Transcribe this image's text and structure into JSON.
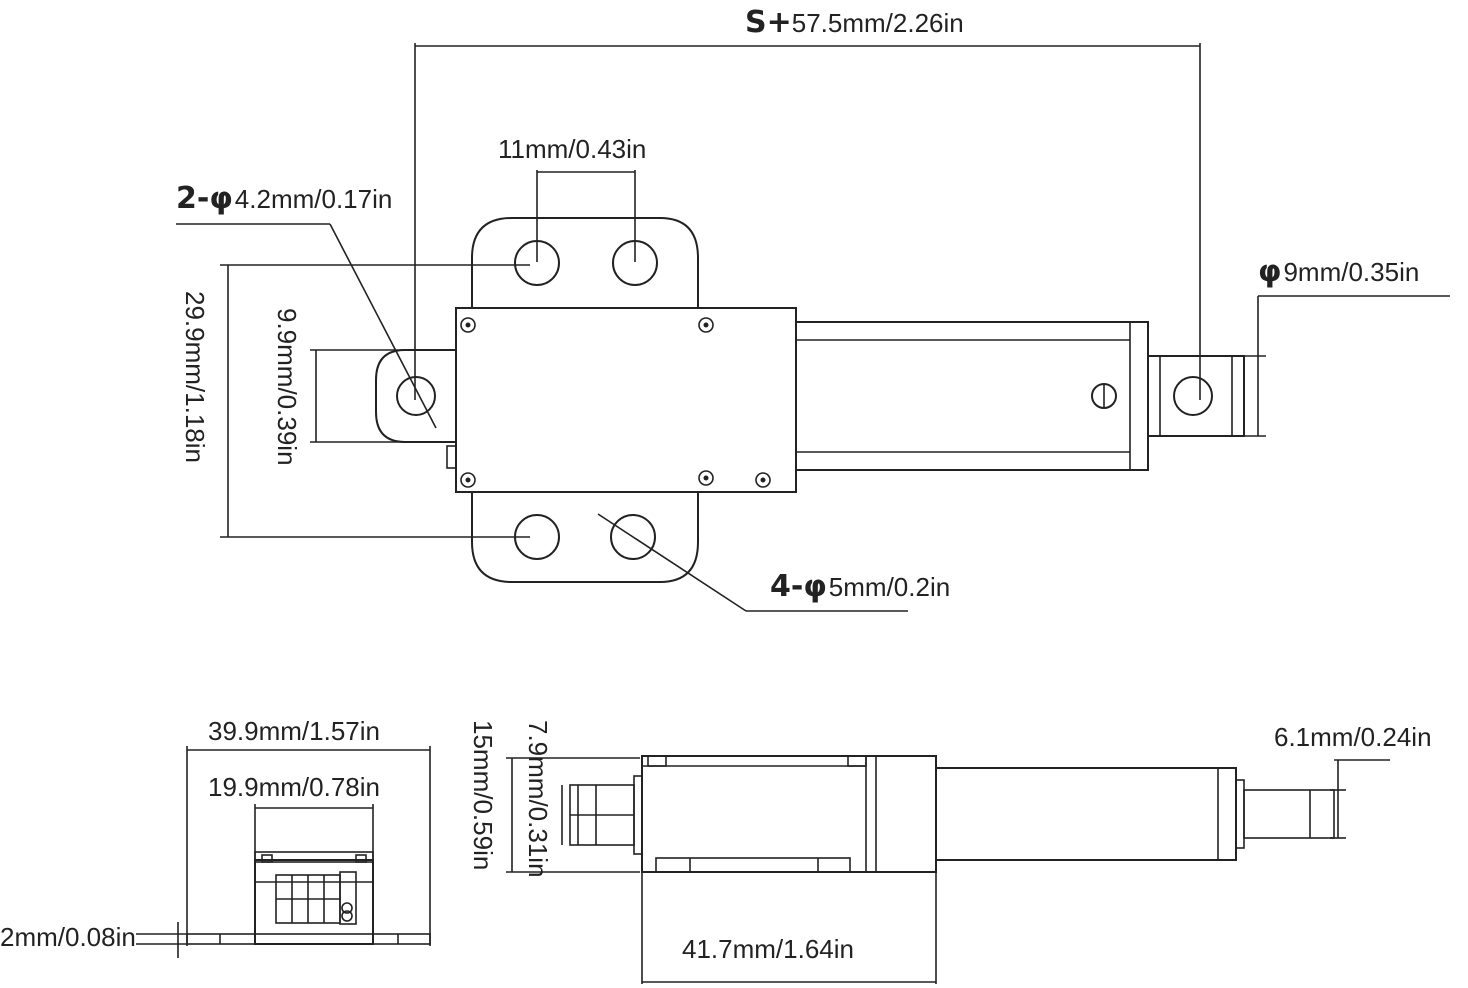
{
  "dimensions": {
    "stroke_prefix": "S+",
    "stroke_value": "57.5mm/2.26in",
    "hole_spacing": "11mm/0.43in",
    "rear_hole_prefix": "2-φ",
    "rear_hole_value": "4.2mm/0.17in",
    "rod_hole_prefix": "φ",
    "rod_hole_value": "9mm/0.35in",
    "mount_height": "29.9mm/1.18in",
    "rear_tab_width": "9.9mm/0.39in",
    "mount_holes_prefix": "4-φ",
    "mount_holes_value": "5mm/0.2in",
    "end_width": "39.9mm/1.57in",
    "end_inner_width": "19.9mm/0.78in",
    "plate_thickness": "2mm/0.08in",
    "body_height": "15mm/0.59in",
    "connector_height": "7.9mm/0.31in",
    "body_length": "41.7mm/1.64in",
    "rod_diameter": "6.1mm/0.24in"
  },
  "colors": {
    "line": "#222222",
    "background": "#ffffff"
  }
}
